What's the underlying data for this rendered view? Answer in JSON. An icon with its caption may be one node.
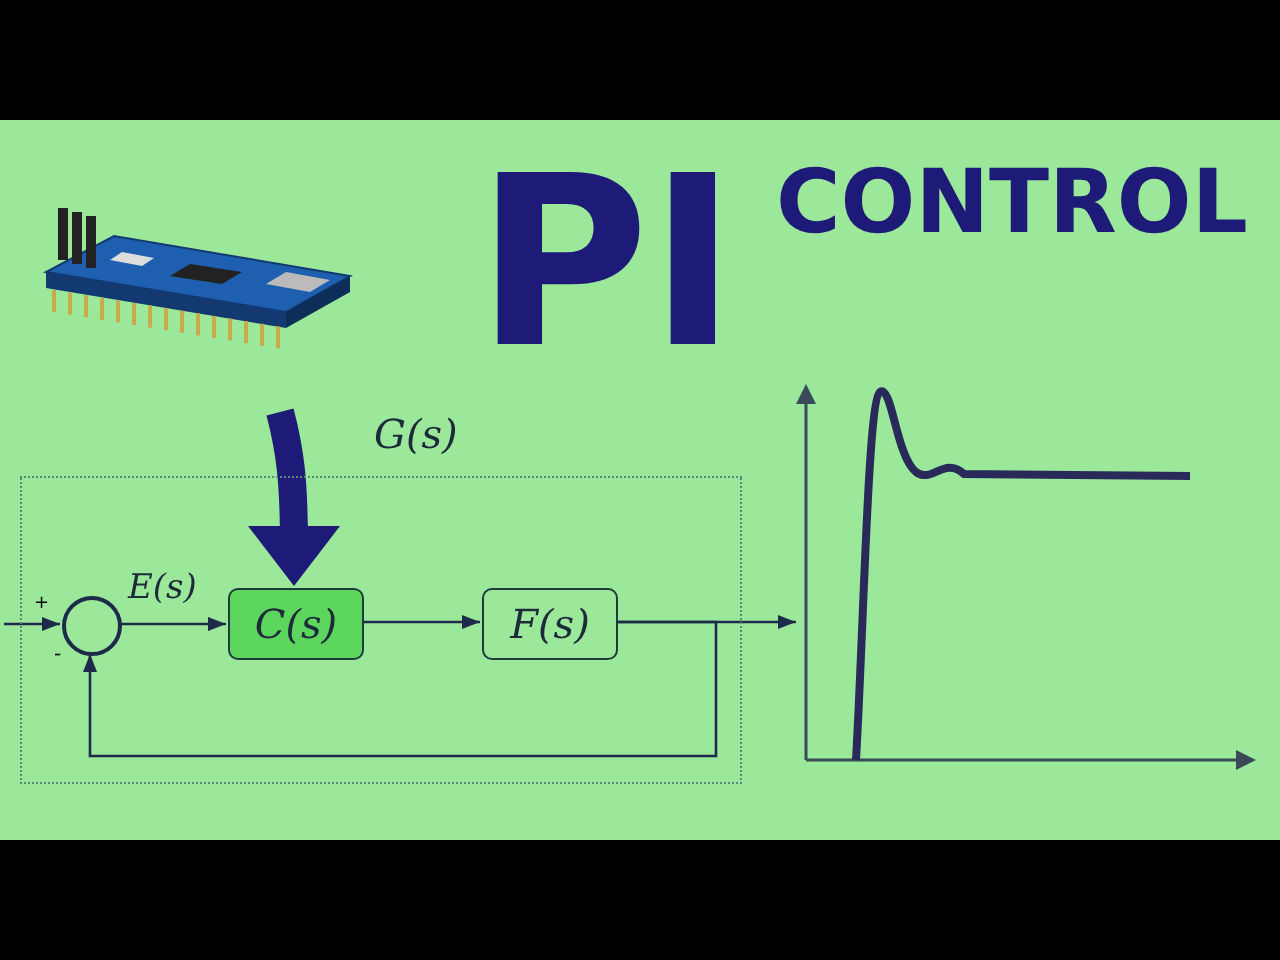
{
  "diagram": {
    "nodes": [
      {
        "text": [],
        "shape": "picture"
      },
      {
        "text": [
          "G(s)"
        ]
      },
      {
        "text": [],
        "shape": "circle",
        "in": 1,
        "beside": [
          "+",
          "-"
        ]
      },
      {
        "text": [
          "C(s)"
        ],
        "in": 1
      },
      {
        "text": [
          "F(s)"
        ],
        "in": 1
      },
      {
        "text": [],
        "shape": "picture"
      }
    ],
    "edges": [
      {
        "from": 0,
        "to": 3,
        "arrow": "to",
        "style": "thick",
        "color": "#1e1a78"
      },
      {
        "from": null,
        "to": 2,
        "arrow": "to"
      },
      {
        "from": 2,
        "to": 3,
        "arrow": "to",
        "label": "E(s)"
      },
      {
        "from": 3,
        "to": 4,
        "arrow": "to"
      },
      {
        "from": 4,
        "to": 5,
        "arrow": "to"
      },
      {
        "from": 4,
        "to": 2,
        "arrow": "to"
      }
    ],
    "labels": [
      "PI",
      "CONTROL"
    ]
  }
}
